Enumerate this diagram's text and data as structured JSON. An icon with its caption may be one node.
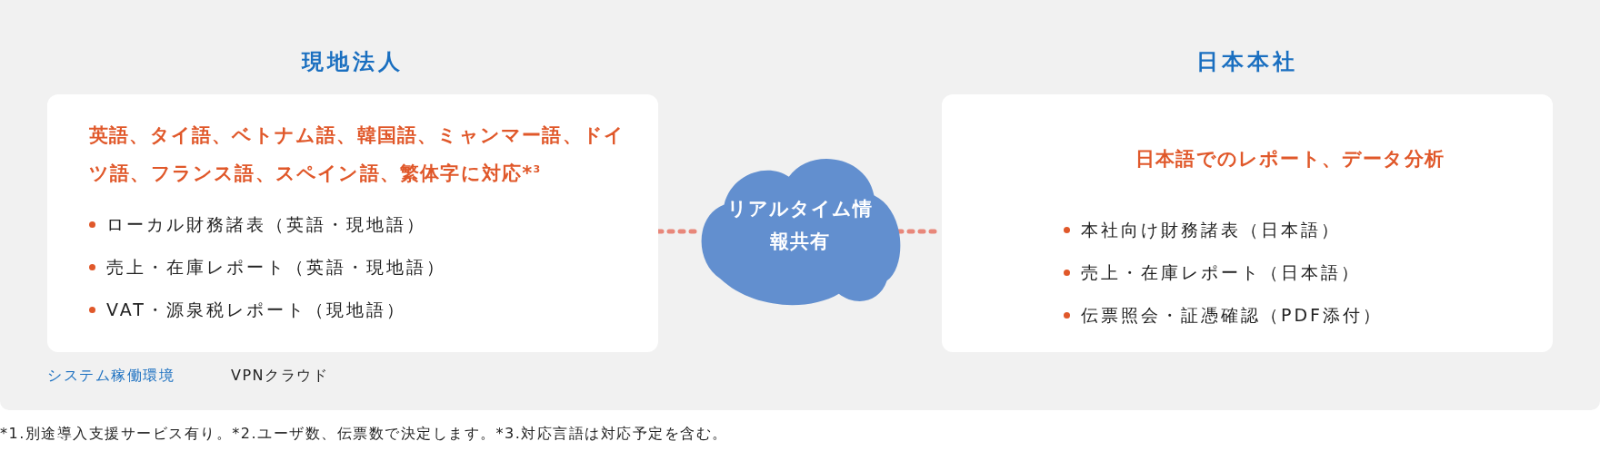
{
  "diagram": {
    "nodes": [
      {
        "text": [
          "現地法人",
          "英語、タイ語、ベトナム語、韓国語、ミャンマー語、ドイツ語、フランス語、スペイン語、繁体字に対応*$^{3}$",
          "ローカル財務諸表（英語・現地語）",
          "売上・在庫レポート（英語・現地語）",
          "VAT・源泉税レポート（現地語）"
        ]
      },
      {
        "text": [
          "リアルタイム情報共有"
        ]
      },
      {
        "text": [
          "日本本社",
          "日本語でのレポート、データ分析",
          "本社向け財務諸表（日本語）",
          "売上・在庫レポート（日本語）",
          "伝票照会・証憑確認（PDF添付）"
        ]
      }
    ],
    "edges": [
      {
        "from": 0,
        "to": 1,
        "arrow": "none",
        "style": "dashed",
        "color": "#e8877a"
      },
      {
        "from": 1,
        "to": 2,
        "arrow": "none",
        "style": "dashed",
        "color": "#e8877a"
      }
    ],
    "labels": [
      "システム稼働環境",
      "VPNクラウド",
      "*1.別途導入支援サービス有り。*2.ユーザ数、伝票数で決定します。*3.対応言語は対応予定を含む。"
    ]
  }
}
